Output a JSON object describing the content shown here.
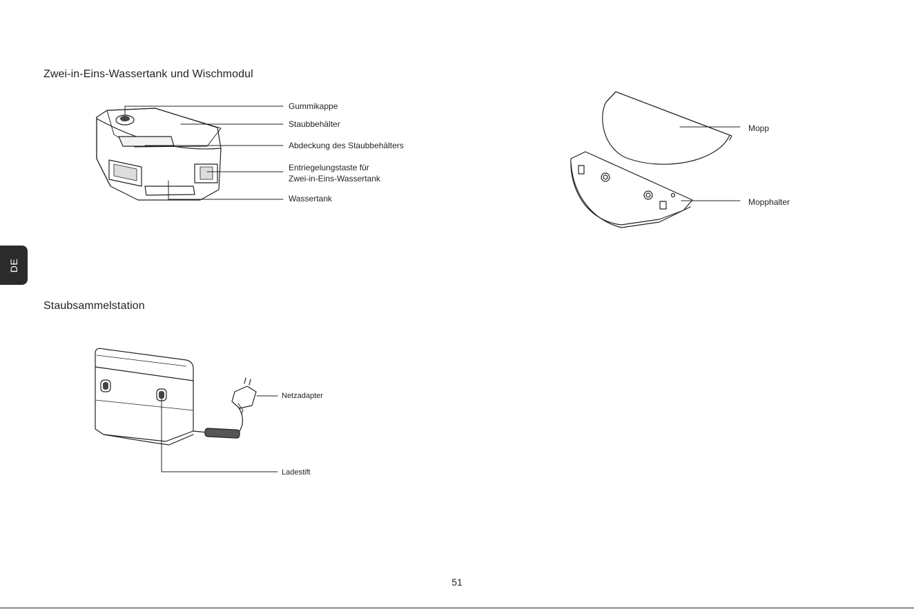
{
  "section1": {
    "title": "Zwei-in-Eins-Wassertank und Wischmodul",
    "labels": {
      "gummikappe": "Gummikappe",
      "staubbehaelter": "Staubbehälter",
      "abdeckung": "Abdeckung des Staubbehälters",
      "entriegelung_line1": "Entriegelungstaste für",
      "entriegelung_line2": "Zwei-in-Eins-Wassertank",
      "wassertank": "Wassertank"
    }
  },
  "mop": {
    "labels": {
      "mopp": "Mopp",
      "mopphalter": "Mopphalter"
    }
  },
  "section2": {
    "title": "Staubsammelstation",
    "labels": {
      "netzadapter": "Netzadapter",
      "ladestift": "Ladestift"
    }
  },
  "language_tab": "DE",
  "page_number": "51"
}
